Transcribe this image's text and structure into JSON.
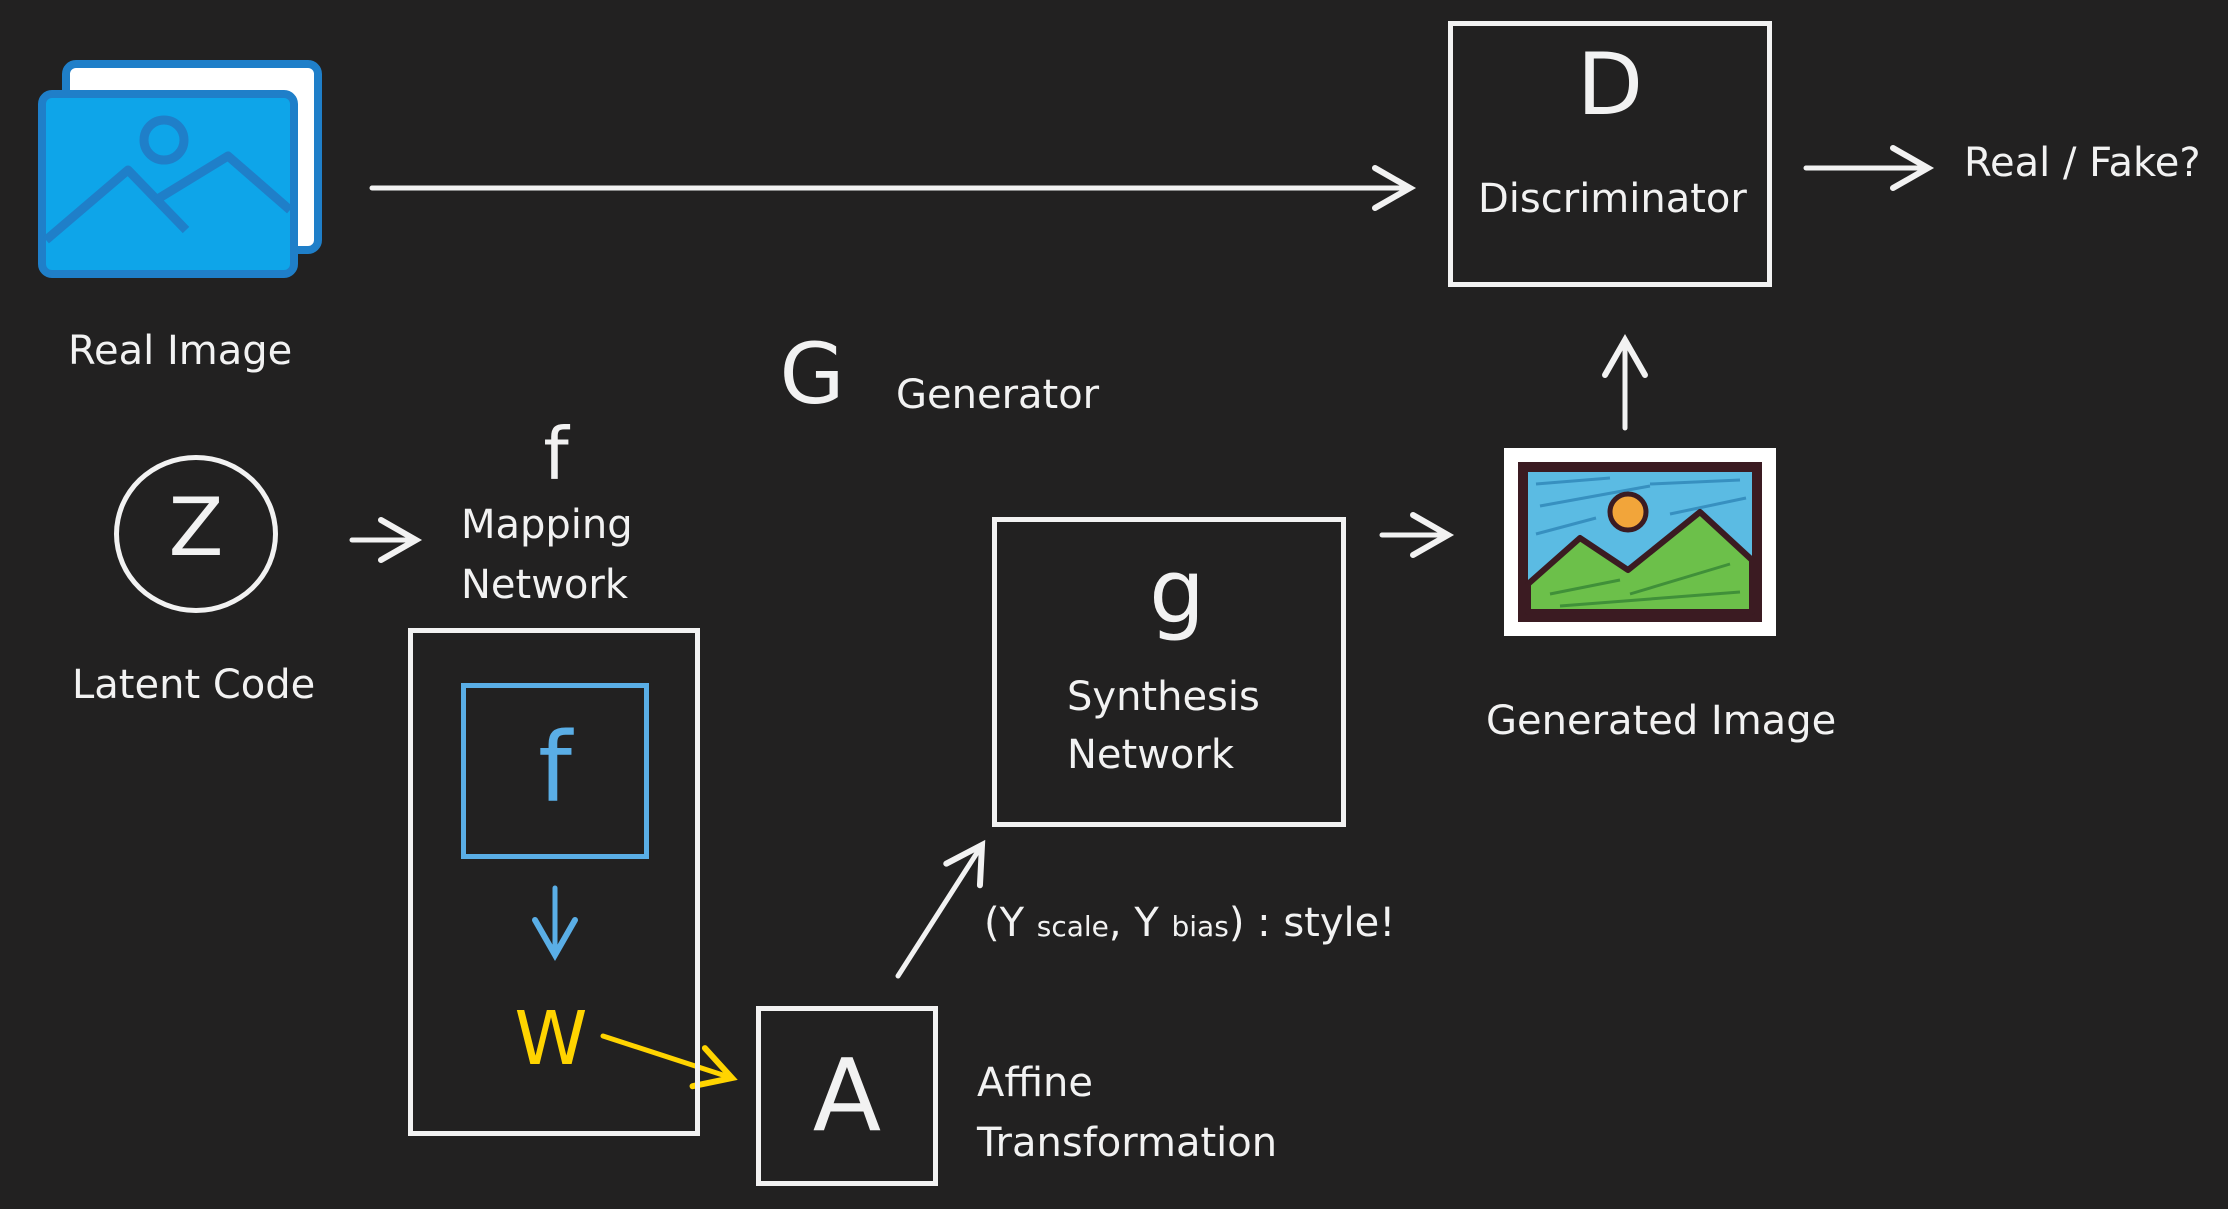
{
  "colors": {
    "background": "#222121",
    "stroke": "#f2f2f2",
    "mapping_inner": "#5aaee6",
    "w_symbol": "#ffd400"
  },
  "real_image": {
    "label": "Real Image",
    "icon": "image-gallery-icon"
  },
  "latent_code": {
    "symbol": "Z",
    "label": "Latent Code"
  },
  "generator": {
    "symbol": "G",
    "label": "Generator"
  },
  "mapping_network": {
    "symbol": "f",
    "label_line1": "Mapping",
    "label_line2": "Network",
    "inner_symbol": "f",
    "output_symbol": "W"
  },
  "affine": {
    "symbol": "A",
    "label_line1": "Affine",
    "label_line2": "Transformation"
  },
  "synthesis_network": {
    "symbol": "g",
    "label_line1": "Synthesis",
    "label_line2": "Network"
  },
  "style": {
    "open": "(Y ",
    "sub1": "scale",
    "mid": ", Y ",
    "sub2": "bias",
    "close": ") : style!"
  },
  "generated_image": {
    "label": "Generated Image",
    "icon": "generated-picture-icon"
  },
  "discriminator": {
    "symbol": "D",
    "label": "Discriminator"
  },
  "output": {
    "label": "Real / Fake?"
  }
}
